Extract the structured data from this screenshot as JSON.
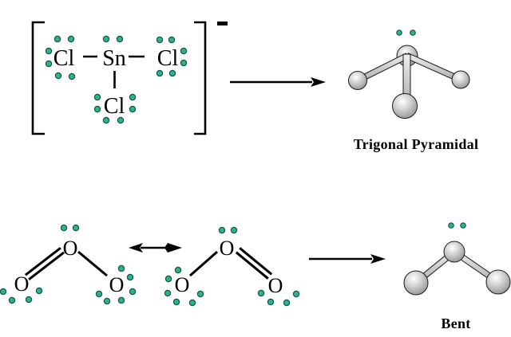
{
  "top_row": {
    "lewis_structure": {
      "atom_left": "Cl",
      "atom_center": "Sn",
      "atom_right": "Cl",
      "atom_bottom": "Cl",
      "charge": "-"
    },
    "geometry_label": "Trigonal Pyramidal"
  },
  "bottom_row": {
    "resonance_left": {
      "atom_top": "O",
      "atom_bottom_left": "O",
      "atom_bottom_right": "O"
    },
    "resonance_right": {
      "atom_top": "O",
      "atom_bottom_left": "O",
      "atom_bottom_right": "O"
    },
    "geometry_label": "Bent"
  },
  "colors": {
    "background": "#ffffff",
    "ink": "#000000",
    "lone_pair_fill": "#2fb28e",
    "lone_pair_stroke": "#115544",
    "sphere_highlight": "#ffffff",
    "sphere_mid": "#d6d6d6",
    "sphere_edge": "#8f8f8f",
    "bond_light": "#efefef",
    "bond_dark": "#ababab"
  }
}
